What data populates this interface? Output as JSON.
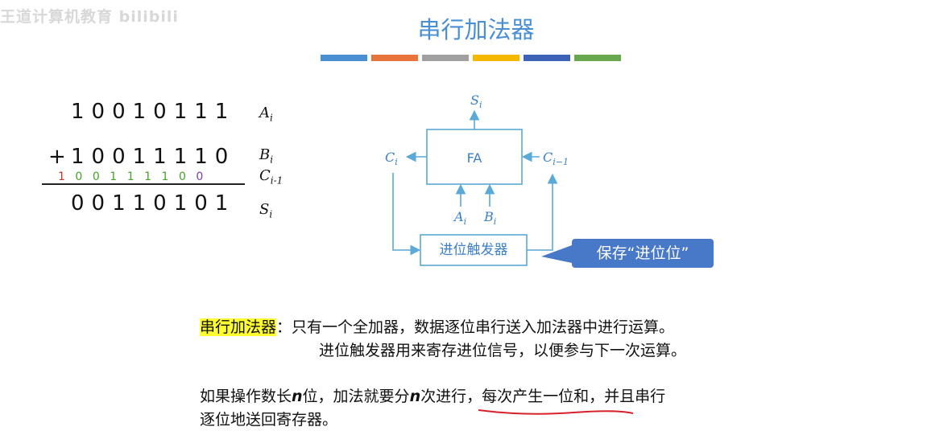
{
  "watermark": "王道计算机教育 bilibili",
  "title": "串行加法器",
  "title_bar_colors": [
    "#4a8fd1",
    "#e8743b",
    "#a0a0a0",
    "#f5b800",
    "#3c63b8",
    "#6aa84f"
  ],
  "addition": {
    "row_a": "10010111",
    "row_b_prefix": "+",
    "row_b": "10011110",
    "carry_digits": [
      {
        "d": "1",
        "color": "#c0392b"
      },
      {
        "d": "0",
        "color": "#4aa02c"
      },
      {
        "d": "0",
        "color": "#4aa02c"
      },
      {
        "d": "1",
        "color": "#4aa02c"
      },
      {
        "d": "1",
        "color": "#4aa02c"
      },
      {
        "d": "1",
        "color": "#4aa02c"
      },
      {
        "d": "1",
        "color": "#4aa02c"
      },
      {
        "d": "0",
        "color": "#4aa02c"
      },
      {
        "d": "0",
        "color": "#7a3fa0"
      }
    ],
    "row_s": "00110101",
    "label_a": "A",
    "label_a_sub": "i",
    "label_b": "B",
    "label_b_sub": "i",
    "label_c": "C",
    "label_c_sub": "i-1",
    "label_s": "S",
    "label_s_sub": "i"
  },
  "diagram": {
    "fa_label": "FA",
    "s_out": "S",
    "s_out_sub": "i",
    "c_out": "C",
    "c_out_sub": "i",
    "c_in": "C",
    "c_in_sub": "i−1",
    "a_in": "A",
    "a_in_sub": "i",
    "b_in": "B",
    "b_in_sub": "i",
    "flipflop_label": "进位触发器",
    "callout": "保存“进位位”",
    "line_color": "#5aa9d6",
    "label_color": "#3c7fc7"
  },
  "text": {
    "p1_term": "串行加法器",
    "p1_line1_rest": "：只有一个全加器，数据逐位串行送入加法器中进行运算。",
    "p1_line2": "进位触发器用来寄存进位信号，以便参与下一次运算。",
    "p2_line1_a": "如果操作数长",
    "p2_var1": "n",
    "p2_line1_b": "位，加法就要分",
    "p2_var2": "n",
    "p2_line1_c": "次进行，",
    "p2_line1_emph": "每次产生一位和",
    "p2_line1_d": "，并且串行",
    "p2_line2": "逐位地送回寄存器。"
  }
}
